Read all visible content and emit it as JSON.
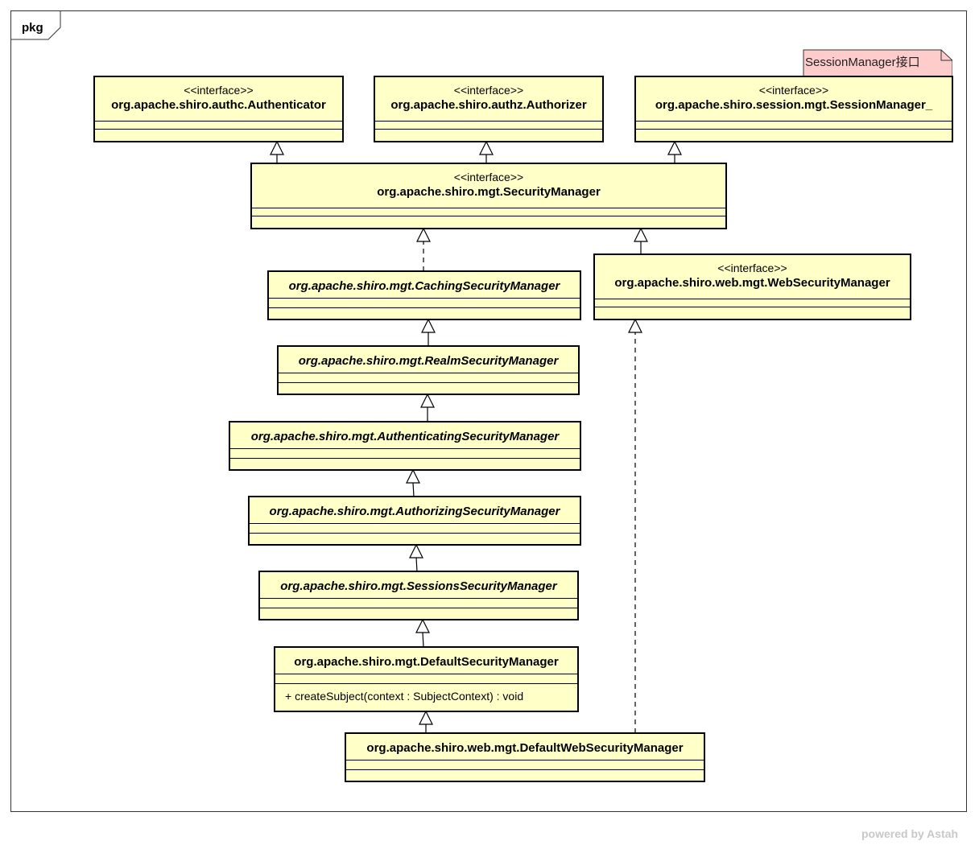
{
  "package": {
    "label": "pkg"
  },
  "note": {
    "text": "SessionManager接口"
  },
  "stereotype": "<<interface>>",
  "classes": {
    "authenticator": {
      "name": "org.apache.shiro.authc.Authenticator"
    },
    "authorizer": {
      "name": "org.apache.shiro.authz.Authorizer"
    },
    "session_manager": {
      "name": "org.apache.shiro.session.mgt.SessionManager_"
    },
    "security_manager": {
      "name": "org.apache.shiro.mgt.SecurityManager"
    },
    "caching_security_manager": {
      "name": "org.apache.shiro.mgt.CachingSecurityManager"
    },
    "web_security_manager": {
      "name": "org.apache.shiro.web.mgt.WebSecurityManager"
    },
    "realm_security_manager": {
      "name": "org.apache.shiro.mgt.RealmSecurityManager"
    },
    "authenticating_security_manager": {
      "name": "org.apache.shiro.mgt.AuthenticatingSecurityManager"
    },
    "authorizing_security_manager": {
      "name": "org.apache.shiro.mgt.AuthorizingSecurityManager"
    },
    "sessions_security_manager": {
      "name": "org.apache.shiro.mgt.SessionsSecurityManager"
    },
    "default_security_manager": {
      "name": "org.apache.shiro.mgt.DefaultSecurityManager",
      "operations": [
        "+ createSubject(context : SubjectContext) : void"
      ]
    },
    "default_web_security_manager": {
      "name": "org.apache.shiro.web.mgt.DefaultWebSecurityManager"
    }
  },
  "watermark": "powered by Astah"
}
